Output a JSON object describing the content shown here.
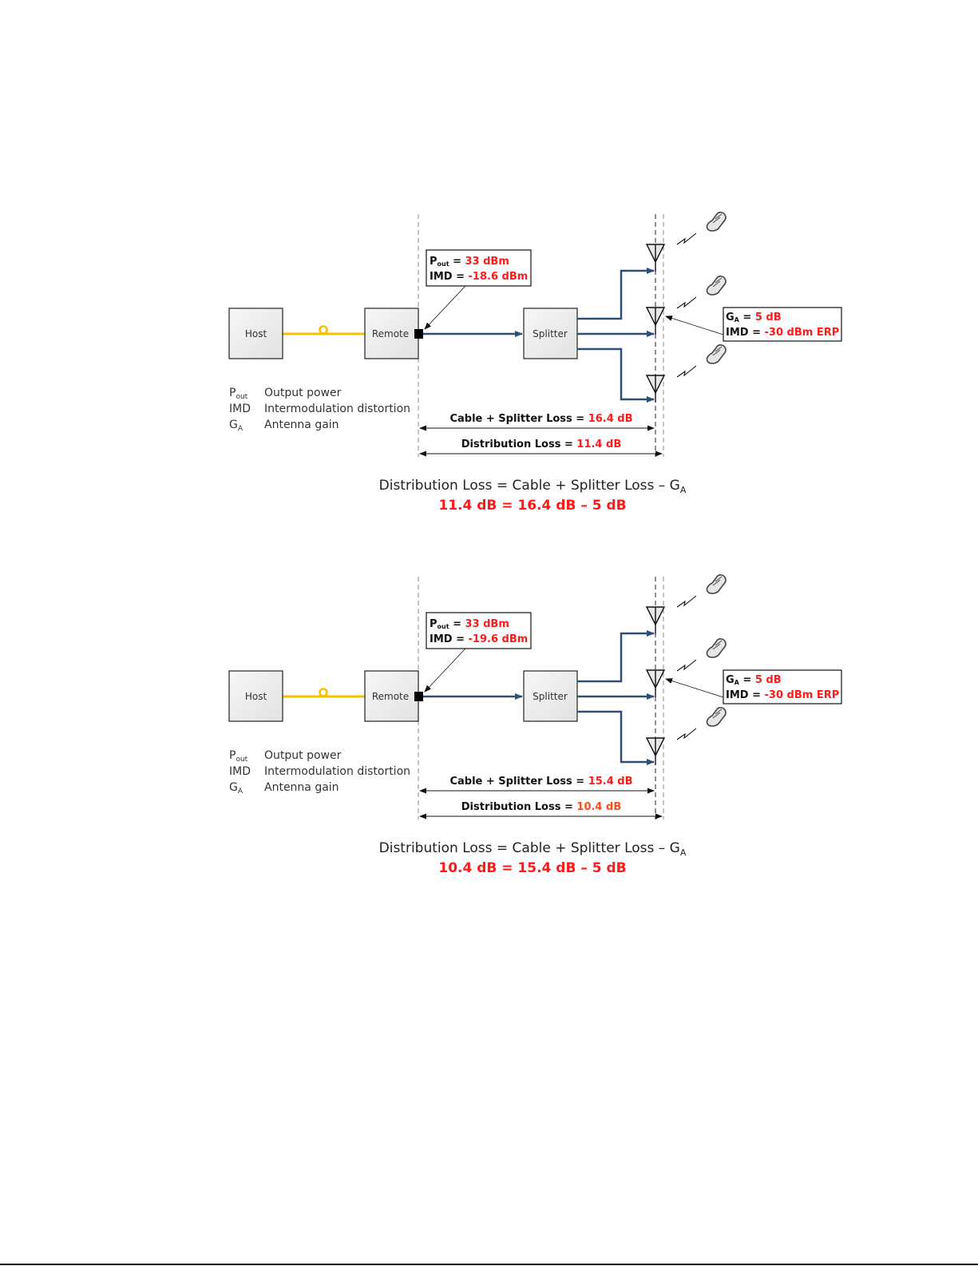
{
  "legend": {
    "items": [
      {
        "symbol": "P",
        "sub": "out",
        "description": "Output power"
      },
      {
        "symbol": "IMD",
        "sub": "",
        "description": "Intermodulation distortion"
      },
      {
        "symbol": "G",
        "sub": "A",
        "description": "Antenna gain"
      }
    ]
  },
  "colors": {
    "fiber": "#f5c000",
    "coax": "#2e4f77",
    "value_red": "#ff1a1a",
    "box_fill": "#ececec"
  },
  "diagrams": [
    {
      "blocks": {
        "host": "Host",
        "remote": "Remote",
        "splitter": "Splitter"
      },
      "remote_callout": {
        "pout_label": "P",
        "pout_sub": "out",
        "eq": " = ",
        "pout_value": "33 dBm",
        "imd_label": "IMD = ",
        "imd_value": "-18.6 dBm"
      },
      "antenna_callout": {
        "ga_label": "G",
        "ga_sub": "A",
        "eq": " = ",
        "ga_value": "5 dB",
        "imd_label": "IMD = ",
        "imd_value": "-30 dBm ERP"
      },
      "cable_splitter_loss": {
        "label": "Cable + Splitter Loss = ",
        "value": "16.4 dB"
      },
      "distribution_loss": {
        "label": "Distribution Loss = ",
        "value": "11.4 dB"
      },
      "formula": {
        "text": "Distribution Loss =  Cable + Splitter Loss – G",
        "sub": "A",
        "result": "11.4 dB = 16.4 dB – 5 dB"
      }
    },
    {
      "blocks": {
        "host": "Host",
        "remote": "Remote",
        "splitter": "Splitter"
      },
      "remote_callout": {
        "pout_label": "P",
        "pout_sub": "out",
        "eq": " = ",
        "pout_value": "33 dBm",
        "imd_label": "IMD = ",
        "imd_value": "-19.6 dBm"
      },
      "antenna_callout": {
        "ga_label": "G",
        "ga_sub": "A",
        "eq": " = ",
        "ga_value": "5 dB",
        "imd_label": "IMD = ",
        "imd_value": "-30 dBm ERP"
      },
      "cable_splitter_loss": {
        "label": "Cable + Splitter Loss = ",
        "value": "15.4 dB"
      },
      "distribution_loss": {
        "label": "Distribution Loss = ",
        "value": "10.4 dB"
      },
      "formula": {
        "text": "Distribution Loss =  Cable + Splitter Loss – G",
        "sub": "A",
        "result": "10.4 dB = 15.4 dB – 5 dB"
      }
    }
  ]
}
